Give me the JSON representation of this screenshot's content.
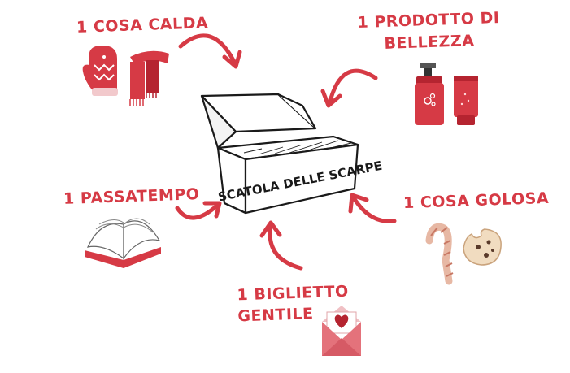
{
  "colors": {
    "accent": "#d63a45",
    "accent_dark": "#b52430",
    "ink": "#1a1a1a"
  },
  "center": {
    "box_label": "SCATOLA DELLE SCARPE"
  },
  "items": [
    {
      "id": "warm",
      "lines": [
        "1 COSA CALDA"
      ],
      "icons": [
        "mitten-icon",
        "scarf-icon"
      ]
    },
    {
      "id": "beauty",
      "lines": [
        "1 PRODOTTO DI",
        "BELLEZZA"
      ],
      "icons": [
        "pump-bottle-icon",
        "tube-icon"
      ]
    },
    {
      "id": "hobby",
      "lines": [
        "1 PASSATEMPO"
      ],
      "icons": [
        "book-icon"
      ]
    },
    {
      "id": "sweet",
      "lines": [
        "1 COSA GOLOSA"
      ],
      "icons": [
        "candy-cane-icon",
        "cookie-icon"
      ]
    },
    {
      "id": "card",
      "lines": [
        "1 BIGLIETTO",
        "GENTILE"
      ],
      "icons": [
        "envelope-heart-icon"
      ]
    }
  ]
}
